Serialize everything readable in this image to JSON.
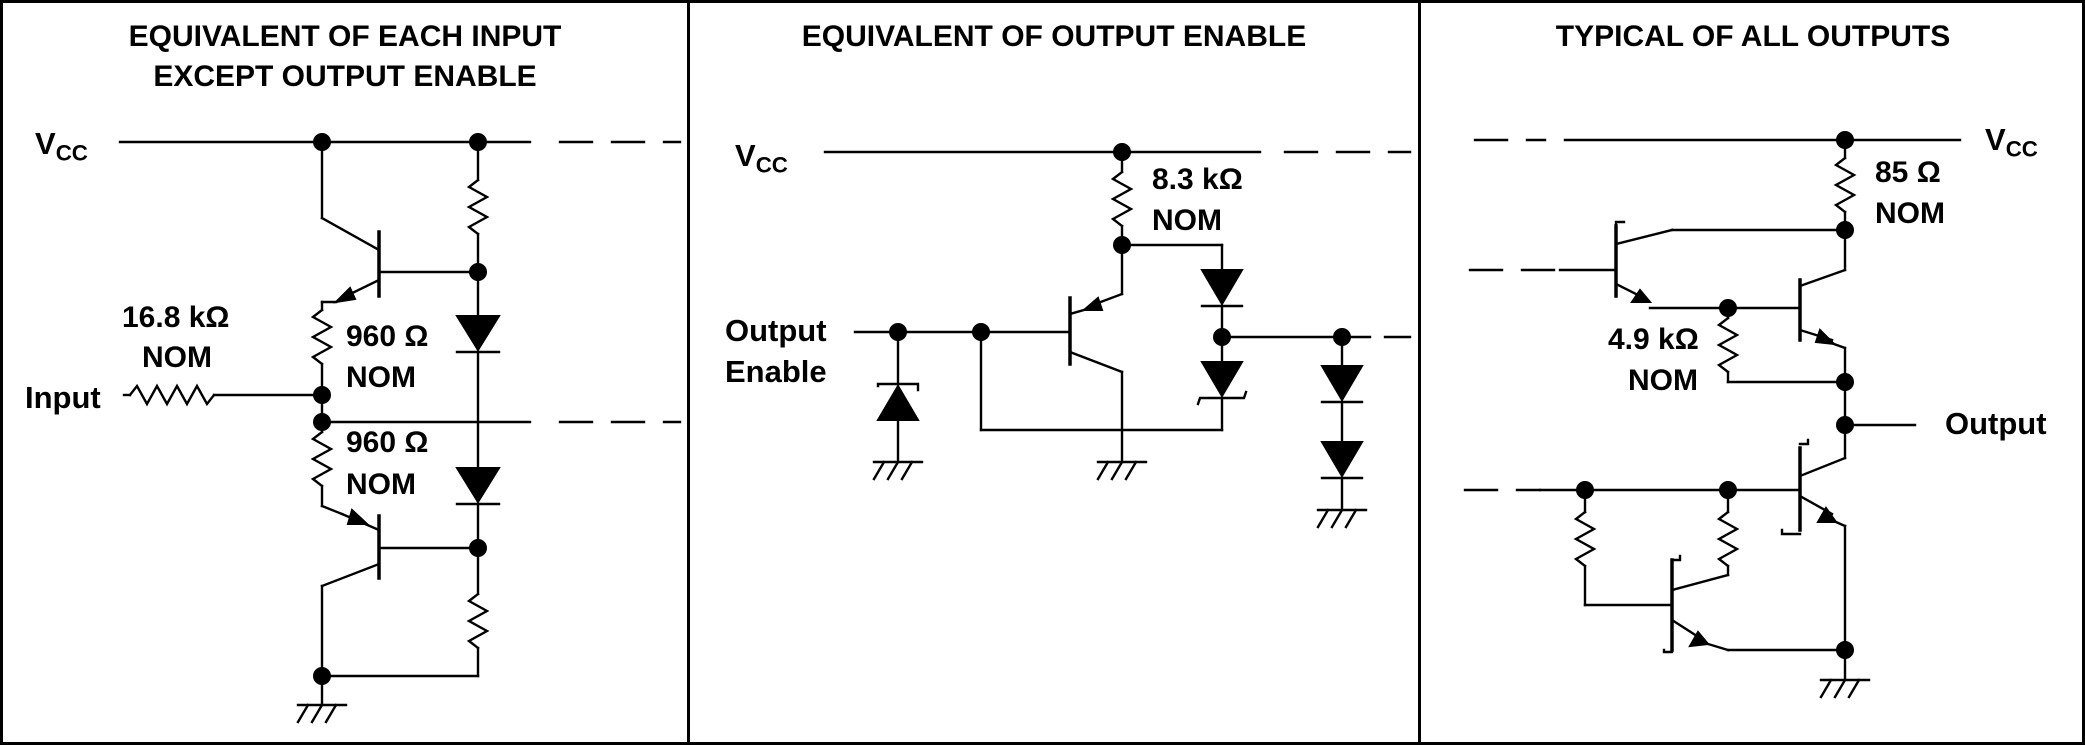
{
  "panels": [
    {
      "title_line1": "EQUIVALENT OF EACH INPUT",
      "title_line2": "EXCEPT OUTPUT ENABLE",
      "vcc_main": "V",
      "vcc_sub": "CC",
      "input_label": "Input",
      "r_input_value": "16.8 kΩ",
      "r_input_nom": "NOM",
      "r_upper_value": "960 Ω",
      "r_upper_nom": "NOM",
      "r_lower_value": "960 Ω",
      "r_lower_nom": "NOM"
    },
    {
      "title": "EQUIVALENT OF OUTPUT ENABLE",
      "vcc_main": "V",
      "vcc_sub": "CC",
      "oe_line1": "Output",
      "oe_line2": "Enable",
      "r_value": "8.3 kΩ",
      "r_nom": "NOM"
    },
    {
      "title": "TYPICAL OF ALL OUTPUTS",
      "vcc_main": "V",
      "vcc_sub": "CC",
      "output_label": "Output",
      "r_top_value": "85 Ω",
      "r_top_nom": "NOM",
      "r_mid_value": "4.9 kΩ",
      "r_mid_nom": "NOM"
    }
  ]
}
